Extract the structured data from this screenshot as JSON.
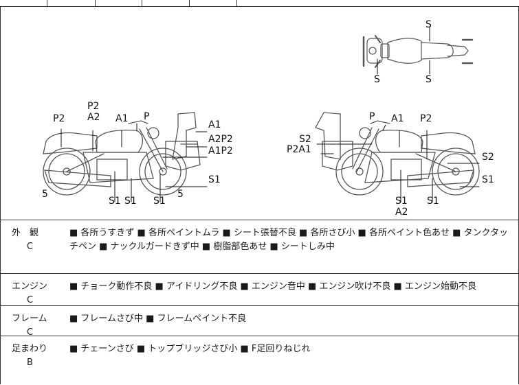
{
  "diagram": {
    "top_view": {
      "labels": [
        "S",
        "S",
        "S"
      ]
    },
    "left_view": {
      "labels": [
        "P2",
        "A2",
        "P2",
        "A1",
        "P",
        "A1",
        "A2P2",
        "A1P2",
        "5",
        "S1",
        "S1",
        "S1",
        "S1",
        "5"
      ]
    },
    "right_view": {
      "labels": [
        "P",
        "A1",
        "P2",
        "S2",
        "P2A1",
        "S2",
        "S1",
        "S1",
        "A2",
        "S1"
      ]
    }
  },
  "conditions": [
    {
      "category": "外　観",
      "grade": "C",
      "items": "■ 各所うすきず ■ 各所ペイントムラ ■ シート張替不良 ■ 各所さび小 ■ 各所ペイント色あせ ■ タンクタッチペン ■ ナックルガードきず中 ■ 樹脂部色あせ ■ シートしみ中"
    },
    {
      "category": "エンジン",
      "grade": "C",
      "items": "■ チョーク動作不良 ■ アイドリング不良 ■ エンジン音中 ■ エンジン吹け不良 ■ エンジン始動不良"
    },
    {
      "category": "フレーム",
      "grade": "C",
      "items": "■ フレームさび中 ■ フレームペイント不良"
    },
    {
      "category": "足まわり",
      "grade": "B",
      "items": "■ チェーンさび ■ トップブリッジさび小 ■ F足回りねじれ"
    }
  ]
}
